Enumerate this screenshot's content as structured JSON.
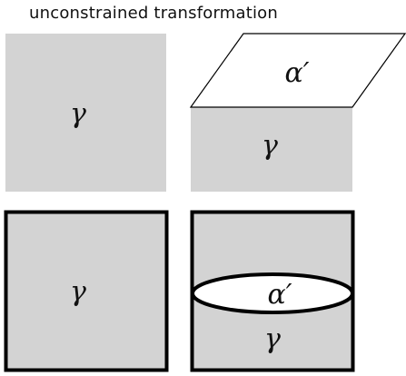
{
  "title": "unconstrained transformation",
  "colors": {
    "gamma_fill": "#d3d3d3",
    "alpha_fill": "#ffffff",
    "stroke": "#000000"
  },
  "panels": [
    {
      "phase_labels": [
        "γ"
      ]
    },
    {
      "phase_labels": [
        "α′",
        "γ"
      ]
    },
    {
      "phase_labels": [
        "γ"
      ]
    },
    {
      "phase_labels": [
        "α′",
        "γ"
      ]
    }
  ]
}
